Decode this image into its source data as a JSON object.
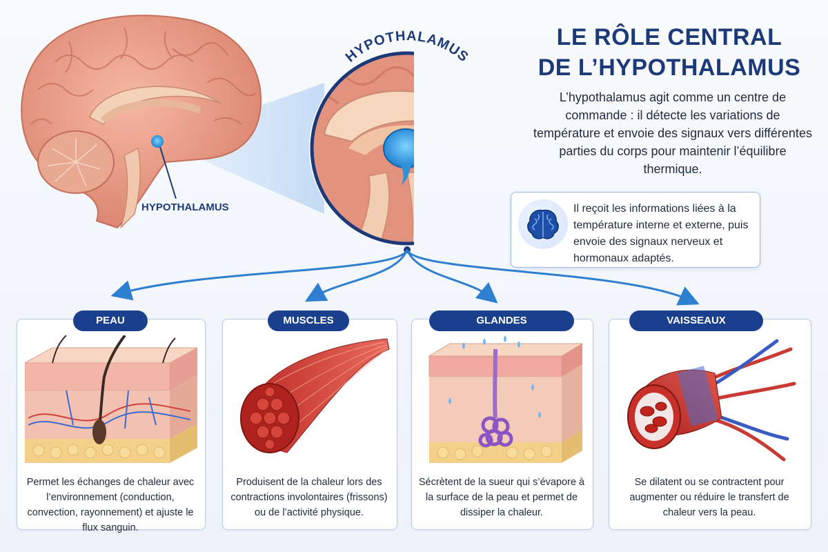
{
  "header": {
    "title_line1": "LE RÔLE CENTRAL",
    "title_line2": "DE L’HYPOTHALAMUS",
    "intro": "L’hypothalamus agit comme un centre de commande : il détecte les variations de température et envoie des signaux vers différentes parties du corps pour maintenir l’équilibre thermique."
  },
  "brain": {
    "label": "HYPOTHALAMUS",
    "zoom_label": "HYPOTHALAMUS"
  },
  "info": {
    "icon": "brain-icon",
    "text": "Il reçoit les informations liées à la température interne et externe, puis envoie des signaux nerveux et hormonaux adaptés."
  },
  "targets": [
    {
      "title": "PEAU",
      "icon": "skin-section-illustration",
      "text": "Permet les échanges de chaleur avec l’environnement (conduction, convection, rayonnement) et ajuste le flux sanguin."
    },
    {
      "title": "MUSCLES",
      "icon": "muscle-illustration",
      "text": "Produisent de la chaleur lors des contractions involontaires (frissons) ou de l’activité physique."
    },
    {
      "title": "GLANDES SUDORIPARES",
      "icon": "sweat-gland-illustration",
      "text": "Sécrètent de la sueur qui s’évapore à la surface de la peau et permet de dissiper la chaleur."
    },
    {
      "title": "VAISSEAUX SANGUINS",
      "icon": "blood-vessel-illustration",
      "text": "Se dilatent ou se contractent pour augmenter ou réduire le transfert de chaleur vers la peau."
    }
  ],
  "colors": {
    "navy": "#1a3f8c",
    "accent_blue": "#2f8fd8",
    "brain_pink": "#e99a86"
  }
}
